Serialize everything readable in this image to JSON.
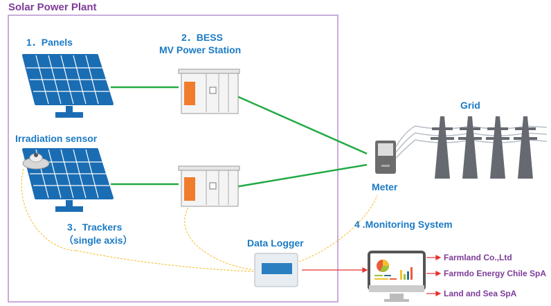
{
  "title": "Solar Power Plant",
  "labels": {
    "panels": "1．Panels",
    "bess_line1": "2．BESS",
    "bess_line2": "MV Power Station",
    "irradiation": "Irradiation sensor",
    "trackers_line1": "3．Trackers",
    "trackers_line2": "（single axis）",
    "grid": "Grid",
    "meter": "Meter",
    "monitoring": "4 .Monitoring System",
    "data_logger": "Data Logger"
  },
  "clients": [
    "Farmland Co.,Ltd",
    "Farmdo Energy Chile SpA",
    "Land and Sea SpA"
  ],
  "colors": {
    "frame": "#b690cc",
    "panel": "#1a6db3",
    "power_line": "#22aa44",
    "data_line": "#f5c542",
    "arrow": "#e83030",
    "tower": "#666a70",
    "station_accent": "#f07d2e"
  }
}
